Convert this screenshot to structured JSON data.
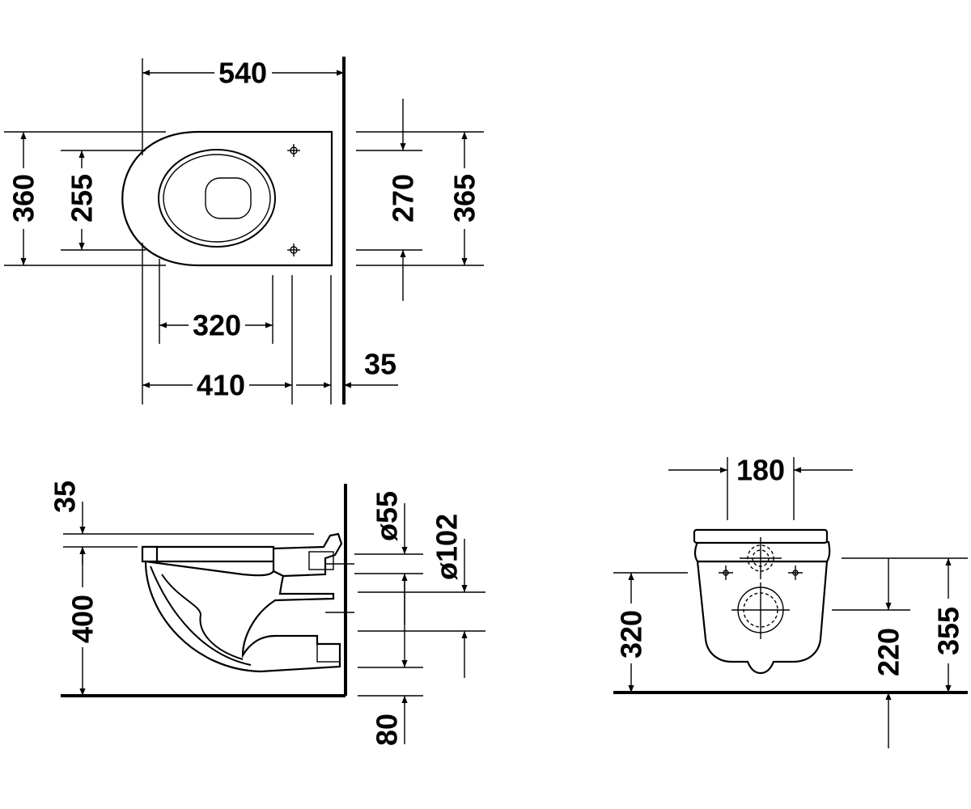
{
  "top_view": {
    "width_540": "540",
    "depth_360": "360",
    "seat_255": "255",
    "bowl_320": "320",
    "fix_410": "410",
    "wall_35": "35",
    "hole_270": "270",
    "back_365": "365"
  },
  "side_view": {
    "rim_35": "35",
    "height_400": "400",
    "dia_55": "ø55",
    "dia_102": "ø102",
    "floor_80": "80"
  },
  "rear_view": {
    "spacing_180": "180",
    "height_320": "320",
    "height_220": "220",
    "height_355": "355"
  }
}
